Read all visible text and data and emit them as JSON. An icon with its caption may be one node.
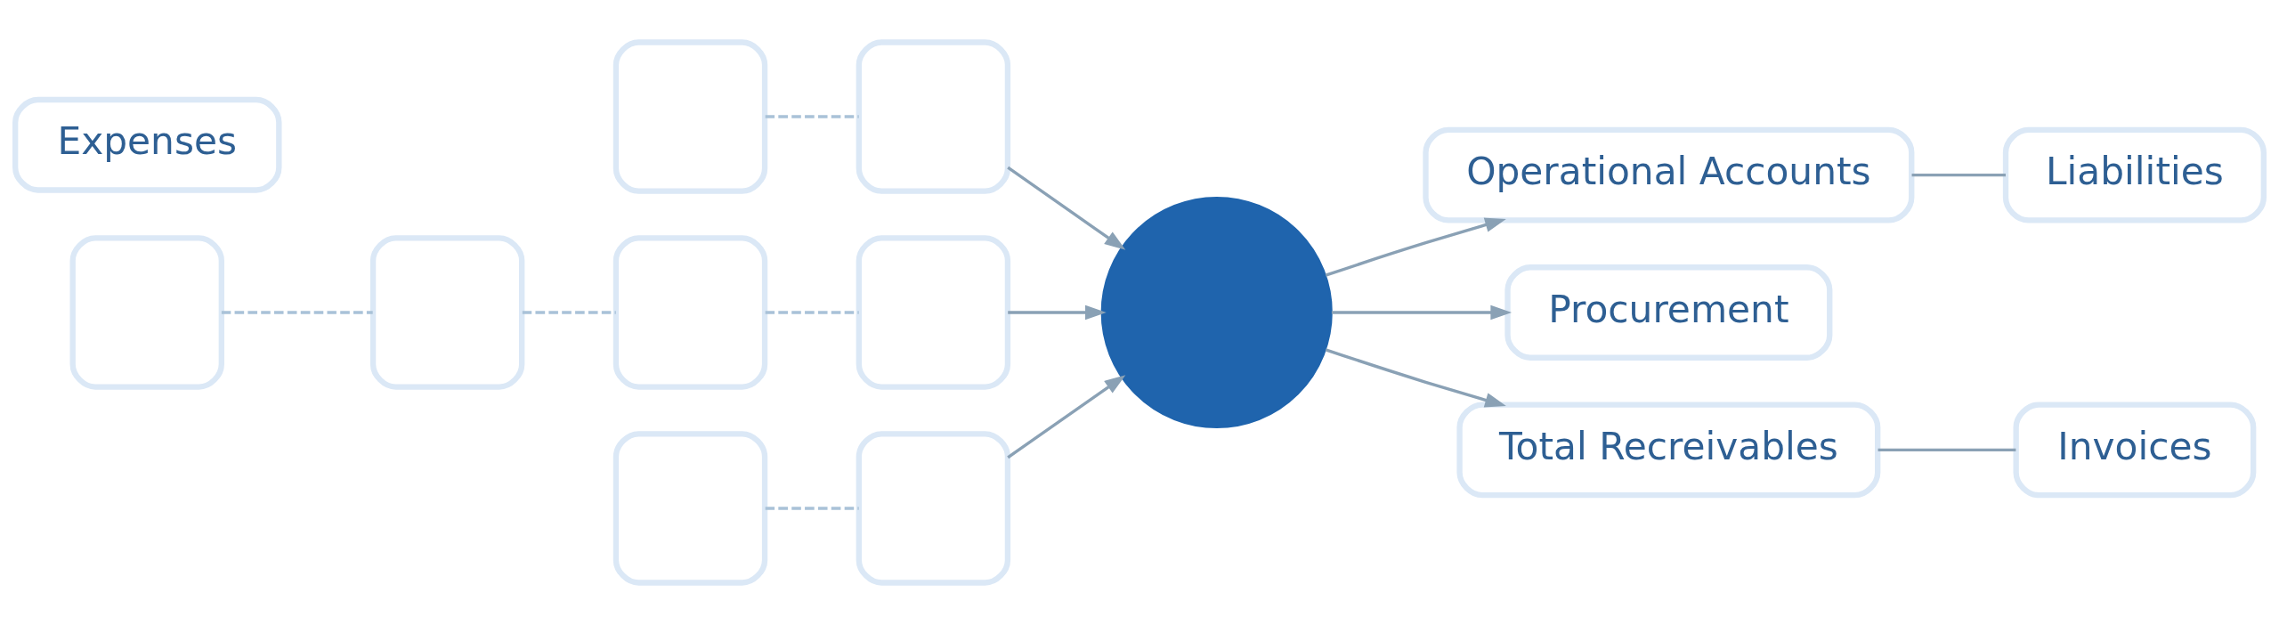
{
  "diagram": {
    "nodes": [
      {
        "text": [],
        "shape": "box"
      },
      {
        "text": [],
        "shape": "box"
      },
      {
        "text": [],
        "shape": "box"
      },
      {
        "text": [],
        "shape": "box"
      },
      {
        "text": [],
        "shape": "box"
      },
      {
        "text": [],
        "shape": "box"
      },
      {
        "text": [],
        "shape": "box"
      },
      {
        "text": [],
        "shape": "box"
      },
      {
        "text": [],
        "shape": "circle"
      },
      {
        "text": [
          "Operational Accounts"
        ]
      },
      {
        "text": [
          "Liabilities"
        ]
      },
      {
        "text": [
          "Procurement"
        ]
      },
      {
        "text": [
          "Expenses"
        ]
      },
      {
        "text": [
          "Total Recreivables"
        ]
      },
      {
        "text": [
          "Invoices"
        ]
      }
    ],
    "edges": [
      {
        "from": 0,
        "to": 1,
        "arrow": "none",
        "style": "dashed",
        "color": "#a9c2d8"
      },
      {
        "from": 2,
        "to": 3,
        "arrow": "none",
        "style": "dashed",
        "color": "#a9c2d8"
      },
      {
        "from": 3,
        "to": 4,
        "arrow": "none",
        "style": "dashed",
        "color": "#a9c2d8"
      },
      {
        "from": 4,
        "to": 5,
        "arrow": "none",
        "style": "dashed",
        "color": "#a9c2d8"
      },
      {
        "from": 6,
        "to": 7,
        "arrow": "none",
        "style": "dashed",
        "color": "#a9c2d8"
      },
      {
        "from": 1,
        "to": 8,
        "arrow": "to"
      },
      {
        "from": 5,
        "to": 8,
        "arrow": "to"
      },
      {
        "from": 7,
        "to": 8,
        "arrow": "to"
      },
      {
        "from": 8,
        "to": 9,
        "arrow": "to"
      },
      {
        "from": 8,
        "to": 11,
        "arrow": "to"
      },
      {
        "from": 8,
        "to": 13,
        "arrow": "to"
      },
      {
        "from": 9,
        "to": 10,
        "arrow": "none"
      },
      {
        "from": 13,
        "to": 14,
        "arrow": "none"
      }
    ]
  }
}
